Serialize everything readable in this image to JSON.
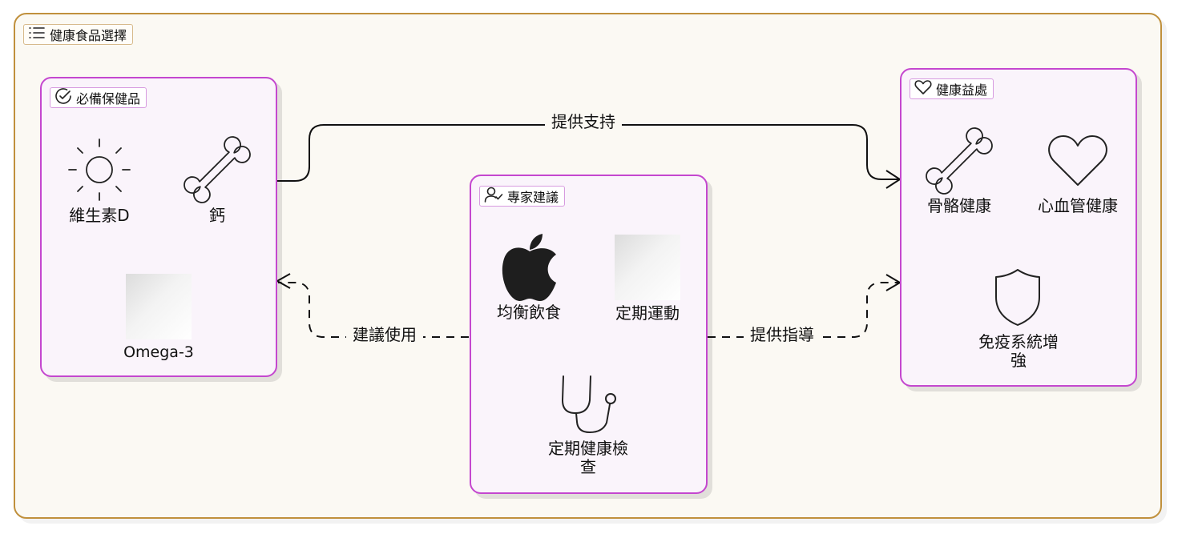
{
  "diagram": {
    "title": "健康食品選擇",
    "groups": {
      "supplements": {
        "title": "必備保健品",
        "items": [
          "維生素D",
          "鈣",
          "Omega-3"
        ]
      },
      "expert": {
        "title": "專家建議",
        "items": [
          "均衡飲食",
          "定期運動",
          "定期健康檢",
          "查"
        ]
      },
      "benefits": {
        "title": "健康益處",
        "items": [
          "骨骼健康",
          "心血管健康",
          "免疫系統增",
          "強"
        ]
      }
    },
    "edges": {
      "support": "提供支持",
      "recommend": "建議使用",
      "guide": "提供指導"
    },
    "icons": [
      "list-icon",
      "circle-check-icon",
      "user-check-icon",
      "heart-outline-icon",
      "sun-icon",
      "bone-icon",
      "apple-icon",
      "stethoscope-icon",
      "heart-icon",
      "shield-icon"
    ],
    "colors": {
      "outer_border": "#c0903c",
      "outer_fill": "#fbf9f3",
      "group_border": "#c447cf",
      "group_fill": "#faf4fb",
      "edge": "#111111"
    }
  }
}
